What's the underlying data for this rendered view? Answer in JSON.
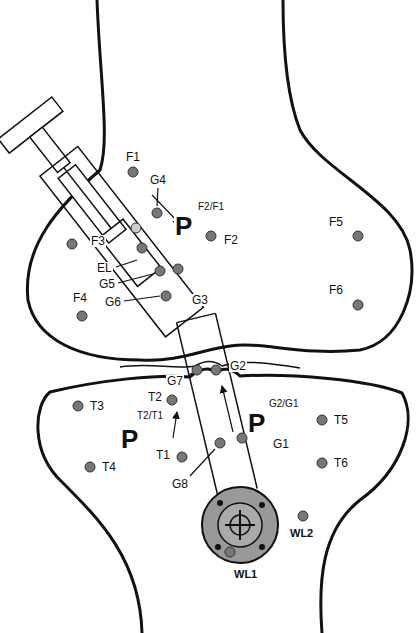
{
  "diagram": {
    "labels": [
      "F1",
      "G4",
      "P",
      "F2/F1",
      "F2",
      "F3",
      "EL",
      "G5",
      "G6",
      "G3",
      "F4",
      "F5",
      "F6",
      "G7",
      "G2",
      "T2",
      "P",
      "T2/T1",
      "T1",
      "G8",
      "P",
      "G2/G1",
      "G1",
      "T3",
      "T4",
      "T5",
      "T6",
      "WL1",
      "WL2"
    ]
  }
}
